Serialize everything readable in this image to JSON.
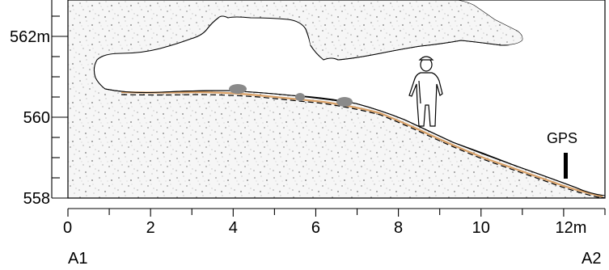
{
  "figure": {
    "y_axis": {
      "unit": "m",
      "ticks": [
        {
          "value": 562,
          "label": "562m"
        },
        {
          "value": 560,
          "label": "560"
        },
        {
          "value": 558,
          "label": "558"
        }
      ],
      "range": [
        558,
        562.9
      ]
    },
    "x_axis": {
      "unit": "m",
      "range": [
        0,
        13
      ],
      "ticks": [
        {
          "value": 0,
          "label": "0"
        },
        {
          "value": 2,
          "label": "2"
        },
        {
          "value": 4,
          "label": "4"
        },
        {
          "value": 6,
          "label": "6"
        },
        {
          "value": 8,
          "label": "8"
        },
        {
          "value": 10,
          "label": "10"
        },
        {
          "value": 12,
          "label": "12m"
        }
      ]
    },
    "endpoints": {
      "start": "A1",
      "end": "A2"
    },
    "marker_label": "GPS",
    "colors": {
      "rock_fill": "#f6f6f6",
      "rock_speckle": "#a0a0a0",
      "cave_void": "#ffffff",
      "sediment": "#d9a066",
      "boulder": "#8a8a8a",
      "outline": "#000000"
    }
  }
}
